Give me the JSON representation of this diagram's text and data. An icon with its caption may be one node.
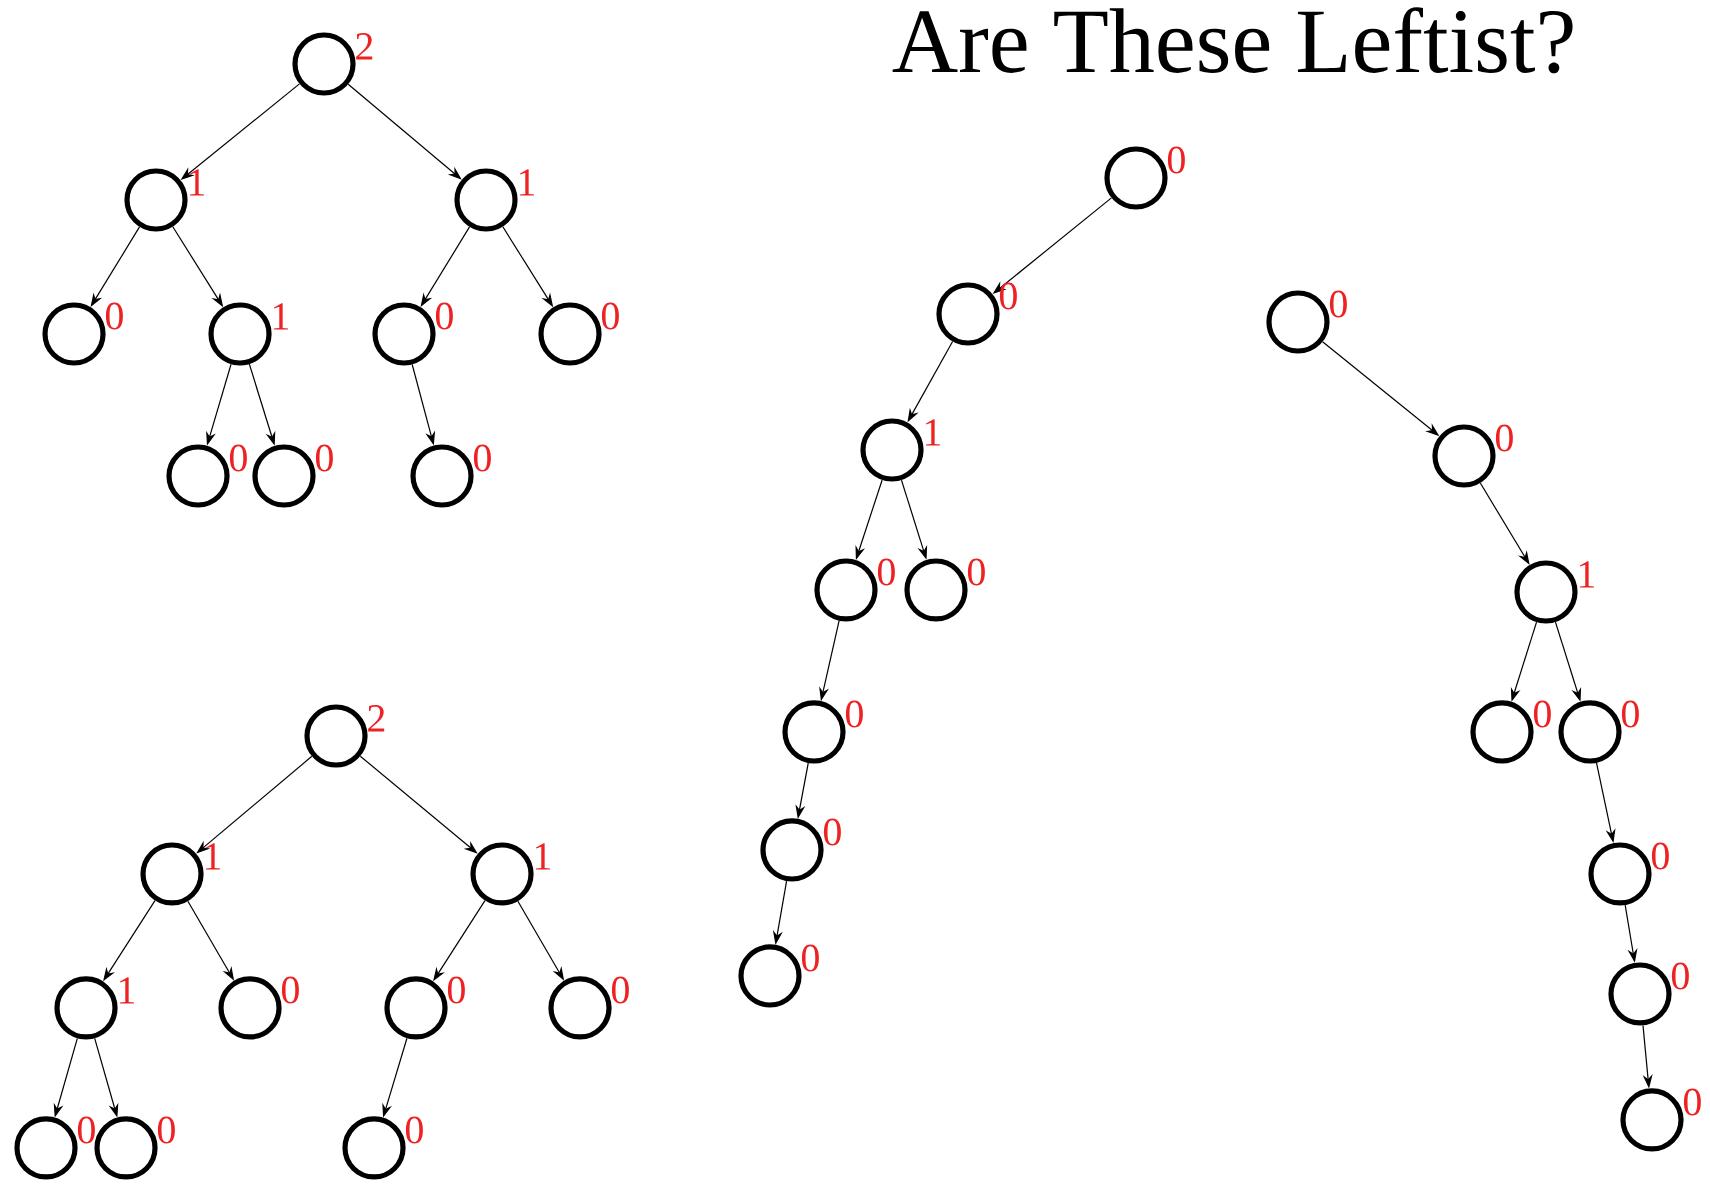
{
  "diagram": {
    "title": "Are These Leftist?",
    "nodes": [
      {
        "text": [],
        "shape": "circle",
        "beside": [
          "2"
        ]
      },
      {
        "text": [],
        "shape": "circle",
        "beside": [
          "1"
        ]
      },
      {
        "text": [],
        "shape": "circle",
        "beside": [
          "1"
        ]
      },
      {
        "text": [],
        "shape": "circle",
        "beside": [
          "0"
        ]
      },
      {
        "text": [],
        "shape": "circle",
        "beside": [
          "1"
        ]
      },
      {
        "text": [],
        "shape": "circle",
        "beside": [
          "0"
        ]
      },
      {
        "text": [],
        "shape": "circle",
        "beside": [
          "0"
        ]
      },
      {
        "text": [],
        "shape": "circle",
        "beside": [
          "0"
        ]
      },
      {
        "text": [],
        "shape": "circle",
        "beside": [
          "0"
        ]
      },
      {
        "text": [],
        "shape": "circle",
        "beside": [
          "0"
        ]
      },
      {
        "text": [],
        "shape": "circle",
        "beside": [
          "2"
        ]
      },
      {
        "text": [],
        "shape": "circle",
        "beside": [
          "1"
        ]
      },
      {
        "text": [],
        "shape": "circle",
        "beside": [
          "1"
        ]
      },
      {
        "text": [],
        "shape": "circle",
        "beside": [
          "1"
        ]
      },
      {
        "text": [],
        "shape": "circle",
        "beside": [
          "0"
        ]
      },
      {
        "text": [],
        "shape": "circle",
        "beside": [
          "0"
        ]
      },
      {
        "text": [],
        "shape": "circle",
        "beside": [
          "0"
        ]
      },
      {
        "text": [],
        "shape": "circle",
        "beside": [
          "0"
        ]
      },
      {
        "text": [],
        "shape": "circle",
        "beside": [
          "0"
        ]
      },
      {
        "text": [],
        "shape": "circle",
        "beside": [
          "0"
        ]
      },
      {
        "text": [],
        "shape": "circle",
        "beside": [
          "0"
        ]
      },
      {
        "text": [],
        "shape": "circle",
        "beside": [
          "0"
        ]
      },
      {
        "text": [],
        "shape": "circle",
        "beside": [
          "1"
        ]
      },
      {
        "text": [],
        "shape": "circle",
        "beside": [
          "0"
        ]
      },
      {
        "text": [],
        "shape": "circle",
        "beside": [
          "0"
        ]
      },
      {
        "text": [],
        "shape": "circle",
        "beside": [
          "0"
        ]
      },
      {
        "text": [],
        "shape": "circle",
        "beside": [
          "0"
        ]
      },
      {
        "text": [],
        "shape": "circle",
        "beside": [
          "0"
        ]
      },
      {
        "text": [],
        "shape": "circle",
        "beside": [
          "0"
        ]
      },
      {
        "text": [],
        "shape": "circle",
        "beside": [
          "0"
        ]
      },
      {
        "text": [],
        "shape": "circle",
        "beside": [
          "1"
        ]
      },
      {
        "text": [],
        "shape": "circle",
        "beside": [
          "0"
        ]
      },
      {
        "text": [],
        "shape": "circle",
        "beside": [
          "0"
        ]
      },
      {
        "text": [],
        "shape": "circle",
        "beside": [
          "0"
        ]
      },
      {
        "text": [],
        "shape": "circle",
        "beside": [
          "0"
        ]
      },
      {
        "text": [],
        "shape": "circle",
        "beside": [
          "0"
        ]
      }
    ],
    "edges": [
      {
        "from": 0,
        "to": 1,
        "arrow": "to"
      },
      {
        "from": 0,
        "to": 2,
        "arrow": "to"
      },
      {
        "from": 1,
        "to": 3,
        "arrow": "to"
      },
      {
        "from": 1,
        "to": 4,
        "arrow": "to"
      },
      {
        "from": 4,
        "to": 7,
        "arrow": "to"
      },
      {
        "from": 4,
        "to": 8,
        "arrow": "to"
      },
      {
        "from": 2,
        "to": 5,
        "arrow": "to"
      },
      {
        "from": 2,
        "to": 6,
        "arrow": "to"
      },
      {
        "from": 5,
        "to": 9,
        "arrow": "to"
      },
      {
        "from": 10,
        "to": 11,
        "arrow": "to"
      },
      {
        "from": 10,
        "to": 12,
        "arrow": "to"
      },
      {
        "from": 11,
        "to": 13,
        "arrow": "to"
      },
      {
        "from": 11,
        "to": 14,
        "arrow": "to"
      },
      {
        "from": 13,
        "to": 17,
        "arrow": "to"
      },
      {
        "from": 13,
        "to": 18,
        "arrow": "to"
      },
      {
        "from": 12,
        "to": 15,
        "arrow": "to"
      },
      {
        "from": 12,
        "to": 16,
        "arrow": "to"
      },
      {
        "from": 15,
        "to": 19,
        "arrow": "to"
      },
      {
        "from": 20,
        "to": 21,
        "arrow": "to"
      },
      {
        "from": 21,
        "to": 22,
        "arrow": "to"
      },
      {
        "from": 22,
        "to": 23,
        "arrow": "to"
      },
      {
        "from": 22,
        "to": 24,
        "arrow": "to"
      },
      {
        "from": 23,
        "to": 25,
        "arrow": "to"
      },
      {
        "from": 25,
        "to": 26,
        "arrow": "to"
      },
      {
        "from": 26,
        "to": 27,
        "arrow": "to"
      },
      {
        "from": 28,
        "to": 29,
        "arrow": "to"
      },
      {
        "from": 29,
        "to": 30,
        "arrow": "to"
      },
      {
        "from": 30,
        "to": 31,
        "arrow": "to"
      },
      {
        "from": 30,
        "to": 32,
        "arrow": "to"
      },
      {
        "from": 32,
        "to": 33,
        "arrow": "to"
      },
      {
        "from": 33,
        "to": 34,
        "arrow": "to"
      },
      {
        "from": 34,
        "to": 35,
        "arrow": "to"
      }
    ]
  }
}
